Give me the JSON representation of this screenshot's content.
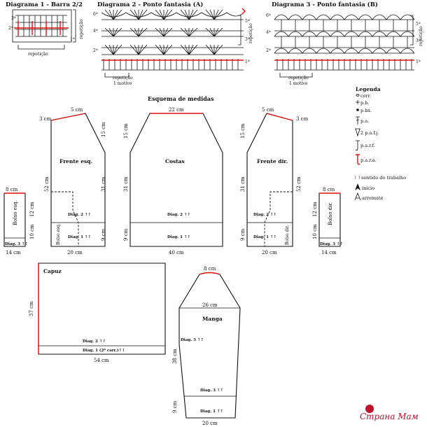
{
  "diagrams": {
    "d1_title": "Diagrama 1 - Barra 2/2",
    "d2_title": "Diagrama 2 - Ponto fantasia (A)",
    "d3_title": "Diagrama 3 - Ponto fantasia (B)",
    "repeticao": "repetição",
    "repeticao_motivo_1": "repetição",
    "repeticao_motivo_2": "1 motivo",
    "row_labels_d1": [
      "3ª",
      "2ª",
      "1ª"
    ],
    "row_labels_d2": [
      "6ª",
      "5ª",
      "4ª",
      "3ª",
      "2ª",
      "1ª"
    ],
    "row_labels_d3": [
      "6ª",
      "5ª",
      "4ª",
      "3ª",
      "2ª",
      "1ª"
    ]
  },
  "schema": {
    "title": "Esquema de medidas",
    "pieces": {
      "frente_esq": "Frente esq.",
      "costas": "Costas",
      "frente_dir": "Frente dir.",
      "bolso_esq": "Bolso esq.",
      "bolso_dir": "Bolso dir.",
      "capuz": "Capuz",
      "manga": "Manga"
    },
    "diag": {
      "d2": "Diag. 2 ↑↑",
      "d1": "Diag. 1 ↑↑",
      "d3": "Diag. 3 ↑↑",
      "d1_capuz": "Diag. 1 (2ª carr.)↑↑"
    },
    "measures": {
      "m5": "5 cm",
      "m3": "3 cm",
      "m22": "22 cm",
      "m15": "15 cm",
      "m52": "52 cm",
      "m31": "31 cm",
      "m9": "9 cm",
      "m20": "20 cm",
      "m40": "40 cm",
      "m8": "8 cm",
      "m12": "12 cm",
      "m10": "10 cm",
      "m14": "14 cm",
      "m37": "37 cm",
      "m54": "54 cm",
      "m26": "26 cm",
      "m38": "38 cm"
    }
  },
  "legend": {
    "title": "Legenda",
    "items": [
      "corr.",
      "p.b.",
      "p.bx.",
      "p.a.",
      "2 p.a.f.j.",
      "p.a.r.f.",
      "p.a.r.a.",
      "sentido do trabalho",
      "início",
      "arremate"
    ],
    "arrow_symbol": "↑↑"
  },
  "watermark": "Страна Мам",
  "colors": {
    "ink": "#111111",
    "accent": "#d11111",
    "watermark": "#c0102a"
  }
}
